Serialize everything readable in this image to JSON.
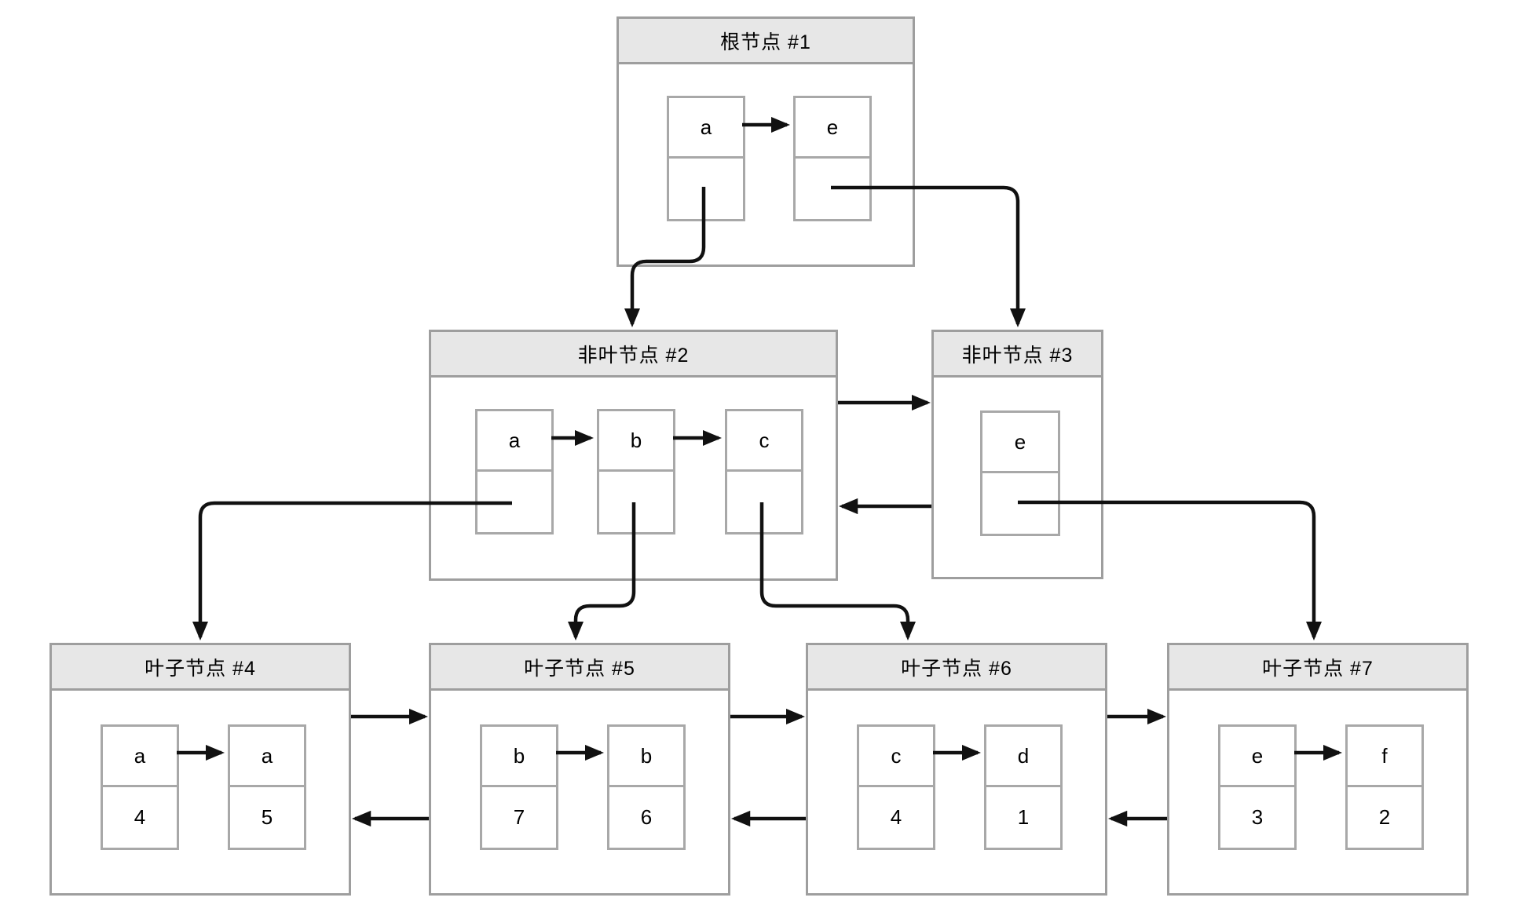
{
  "diagram": {
    "kind": "b-plus-tree",
    "colors": {
      "background": "#ffffff",
      "node_border": "#9e9e9e",
      "cell_border": "#a8a8a8",
      "header_fill": "#e7e7e7",
      "connector": "#111111",
      "text": "#000000"
    },
    "nodes": [
      {
        "id": "1",
        "kind": "root",
        "title": "根节点 #1",
        "cells": [
          {
            "key": "a",
            "value": ""
          },
          {
            "key": "e",
            "value": ""
          }
        ]
      },
      {
        "id": "2",
        "kind": "internal",
        "title": "非叶节点 #2",
        "cells": [
          {
            "key": "a",
            "value": ""
          },
          {
            "key": "b",
            "value": ""
          },
          {
            "key": "c",
            "value": ""
          }
        ]
      },
      {
        "id": "3",
        "kind": "internal",
        "title": "非叶节点 #3",
        "cells": [
          {
            "key": "e",
            "value": ""
          }
        ]
      },
      {
        "id": "4",
        "kind": "leaf",
        "title": "叶子节点 #4",
        "cells": [
          {
            "key": "a",
            "value": "4"
          },
          {
            "key": "a",
            "value": "5"
          }
        ]
      },
      {
        "id": "5",
        "kind": "leaf",
        "title": "叶子节点 #5",
        "cells": [
          {
            "key": "b",
            "value": "7"
          },
          {
            "key": "b",
            "value": "6"
          }
        ]
      },
      {
        "id": "6",
        "kind": "leaf",
        "title": "叶子节点 #6",
        "cells": [
          {
            "key": "c",
            "value": "4"
          },
          {
            "key": "d",
            "value": "1"
          }
        ]
      },
      {
        "id": "7",
        "kind": "leaf",
        "title": "叶子节点 #7",
        "cells": [
          {
            "key": "e",
            "value": "3"
          },
          {
            "key": "f",
            "value": "2"
          }
        ]
      }
    ],
    "edges": {
      "child_pointers": [
        {
          "from": "node1.a",
          "to": "node2"
        },
        {
          "from": "node1.e",
          "to": "node3"
        },
        {
          "from": "node2.a",
          "to": "node4"
        },
        {
          "from": "node2.b",
          "to": "node5"
        },
        {
          "from": "node2.c",
          "to": "node6"
        },
        {
          "from": "node3.e",
          "to": "node7"
        }
      ],
      "sibling_links": [
        {
          "from": "node2",
          "to": "node3"
        },
        {
          "from": "node3",
          "to": "node2"
        },
        {
          "from": "node4",
          "to": "node5"
        },
        {
          "from": "node5",
          "to": "node4"
        },
        {
          "from": "node5",
          "to": "node6"
        },
        {
          "from": "node6",
          "to": "node5"
        },
        {
          "from": "node6",
          "to": "node7"
        },
        {
          "from": "node7",
          "to": "node6"
        }
      ],
      "key_order_arrows": [
        {
          "node": "node1",
          "from": "a",
          "to": "e"
        },
        {
          "node": "node2",
          "from": "a",
          "to": "b"
        },
        {
          "node": "node2",
          "from": "b",
          "to": "c"
        },
        {
          "node": "node4",
          "from": "a",
          "to": "a"
        },
        {
          "node": "node5",
          "from": "b",
          "to": "b"
        },
        {
          "node": "node6",
          "from": "c",
          "to": "d"
        },
        {
          "node": "node7",
          "from": "e",
          "to": "f"
        }
      ]
    }
  }
}
